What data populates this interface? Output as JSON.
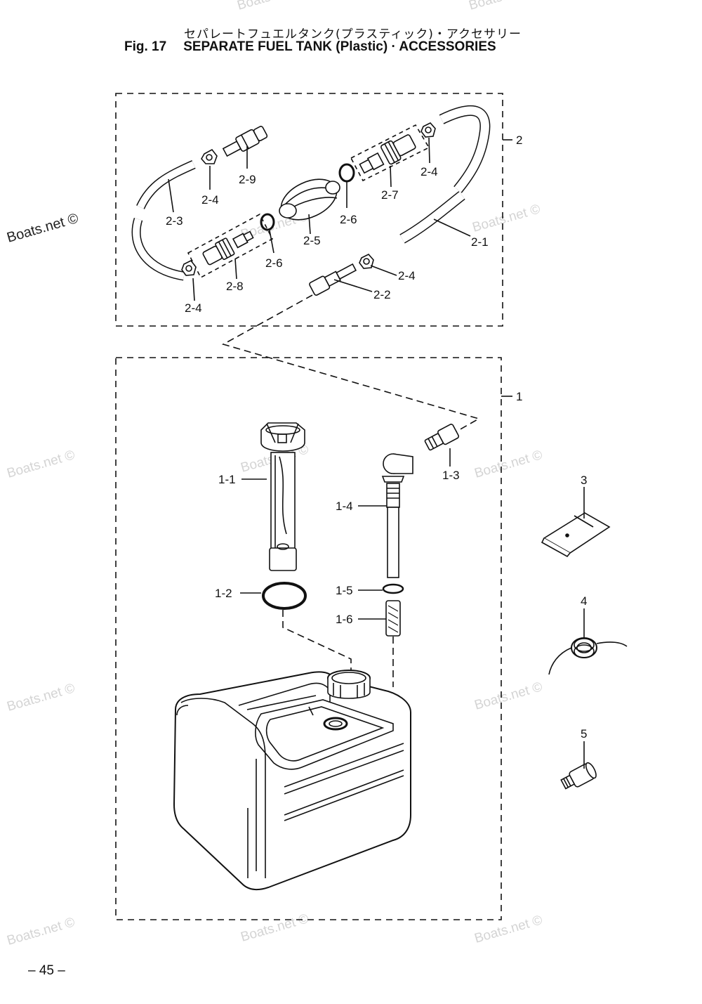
{
  "header": {
    "title_jp": "セパレートフュエルタンク(プラスティック)・アクセサリー",
    "fig_label": "Fig. 17",
    "title_en": "SEPARATE FUEL TANK (Plastic) · ACCESSORIES"
  },
  "labels": {
    "l2": "2",
    "l2_1": "2-1",
    "l2_2": "2-2",
    "l2_3": "2-3",
    "l2_4a": "2-4",
    "l2_4b": "2-4",
    "l2_4c": "2-4",
    "l2_4d": "2-4",
    "l2_5": "2-5",
    "l2_6a": "2-6",
    "l2_6b": "2-6",
    "l2_7": "2-7",
    "l2_8": "2-8",
    "l2_9": "2-9",
    "l1": "1",
    "l1_1": "1-1",
    "l1_2": "1-2",
    "l1_3": "1-3",
    "l1_4": "1-4",
    "l1_5": "1-5",
    "l1_6": "1-6",
    "l3": "3",
    "l4": "4",
    "l5": "5"
  },
  "watermark": "Boats.net ©",
  "footer": {
    "page_number": "– 45 –"
  }
}
